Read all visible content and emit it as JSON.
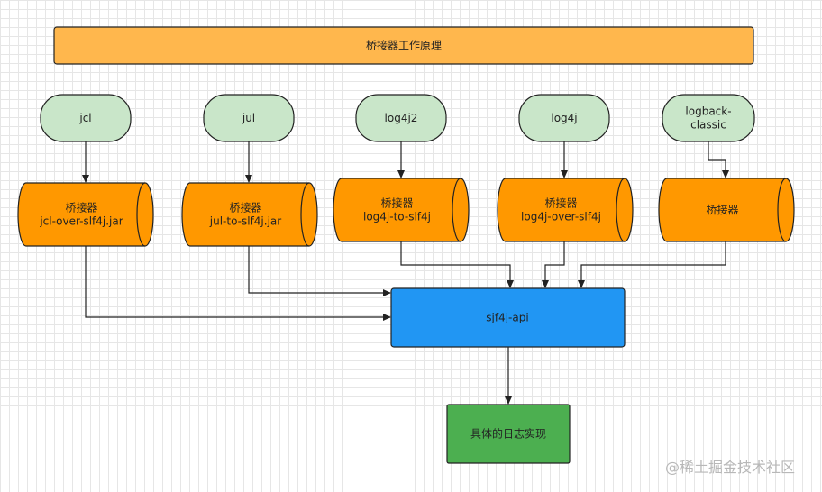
{
  "title": "桥接器工作原理",
  "sources": [
    {
      "id": "jcl",
      "label": [
        "jcl"
      ]
    },
    {
      "id": "jul",
      "label": [
        "jul"
      ]
    },
    {
      "id": "log4j2",
      "label": [
        "log4j2"
      ]
    },
    {
      "id": "log4j",
      "label": [
        "log4j"
      ]
    },
    {
      "id": "logback",
      "label": [
        "logback-",
        "classic"
      ]
    }
  ],
  "bridges": [
    {
      "id": "jcl-bridge",
      "label": [
        "桥接器",
        "jcl-over-slf4j.jar"
      ]
    },
    {
      "id": "jul-bridge",
      "label": [
        "桥接器",
        "jul-to-slf4j.jar"
      ]
    },
    {
      "id": "log4j2-bridge",
      "label": [
        "桥接器",
        "log4j-to-slf4j"
      ]
    },
    {
      "id": "log4j-bridge",
      "label": [
        "桥接器",
        "log4j-over-slf4j"
      ]
    },
    {
      "id": "logback-bridge",
      "label": [
        "桥接器"
      ]
    }
  ],
  "api": {
    "label": "sjf4j-api"
  },
  "impl": {
    "label": "具体的日志实现"
  },
  "watermark": "@稀土掘金技术社区",
  "colors": {
    "title_fill": "#ffb74d",
    "source_fill": "#c9e6c9",
    "bridge_fill": "#ff9800",
    "api_fill": "#2196f3",
    "impl_fill": "#4caf50",
    "stroke": "#222222"
  }
}
